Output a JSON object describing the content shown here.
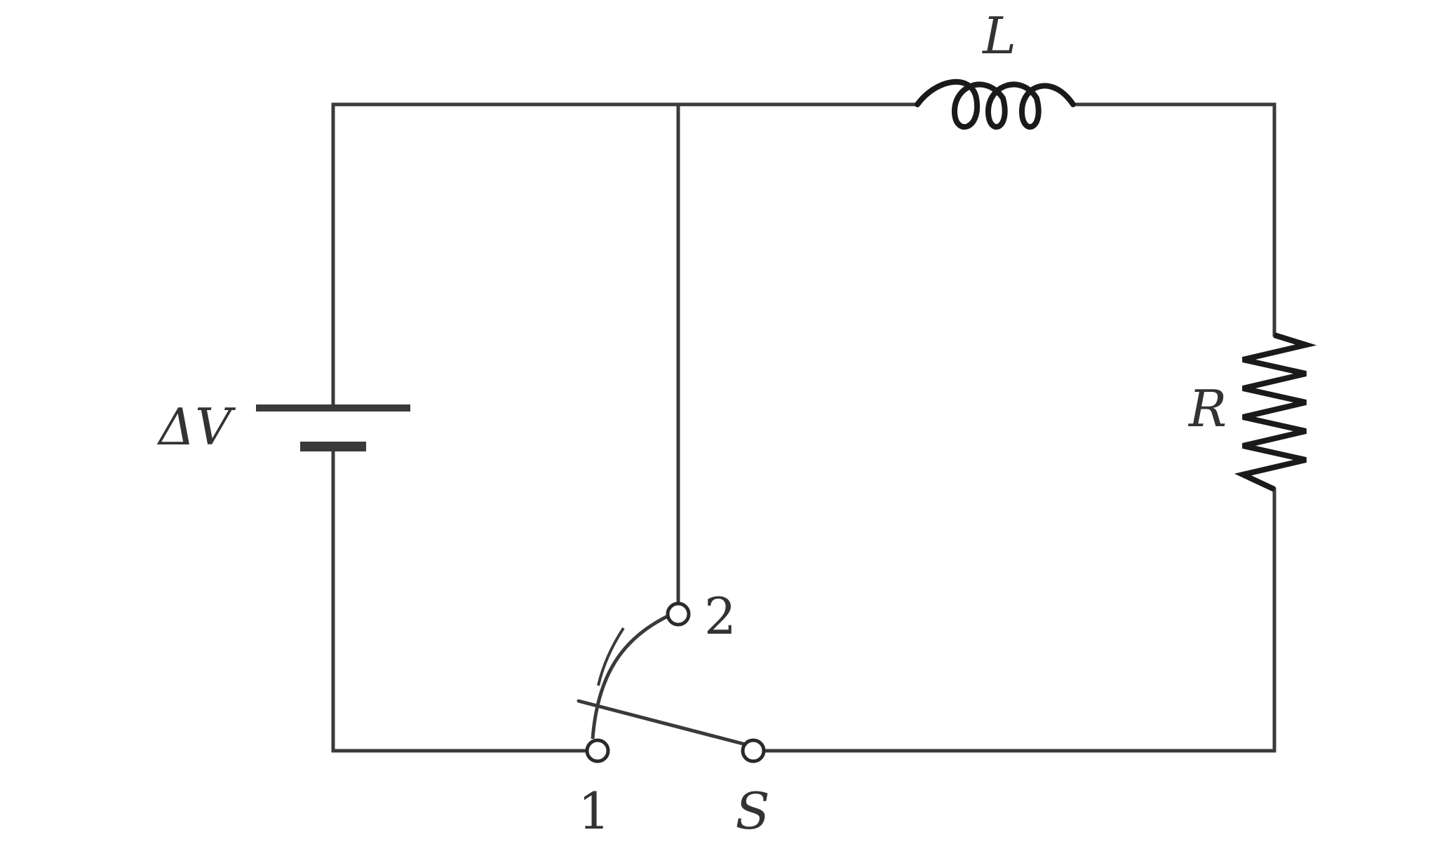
{
  "diagram": {
    "labels": {
      "inductor": "L",
      "resistor": "R",
      "battery": "ΔV",
      "switch": "S",
      "terminal_1": "1",
      "terminal_2": "2"
    },
    "colors": {
      "wire": "#3a3a3a",
      "component": "#1a1a1a",
      "text": "#333333",
      "background": "#ffffff"
    }
  }
}
